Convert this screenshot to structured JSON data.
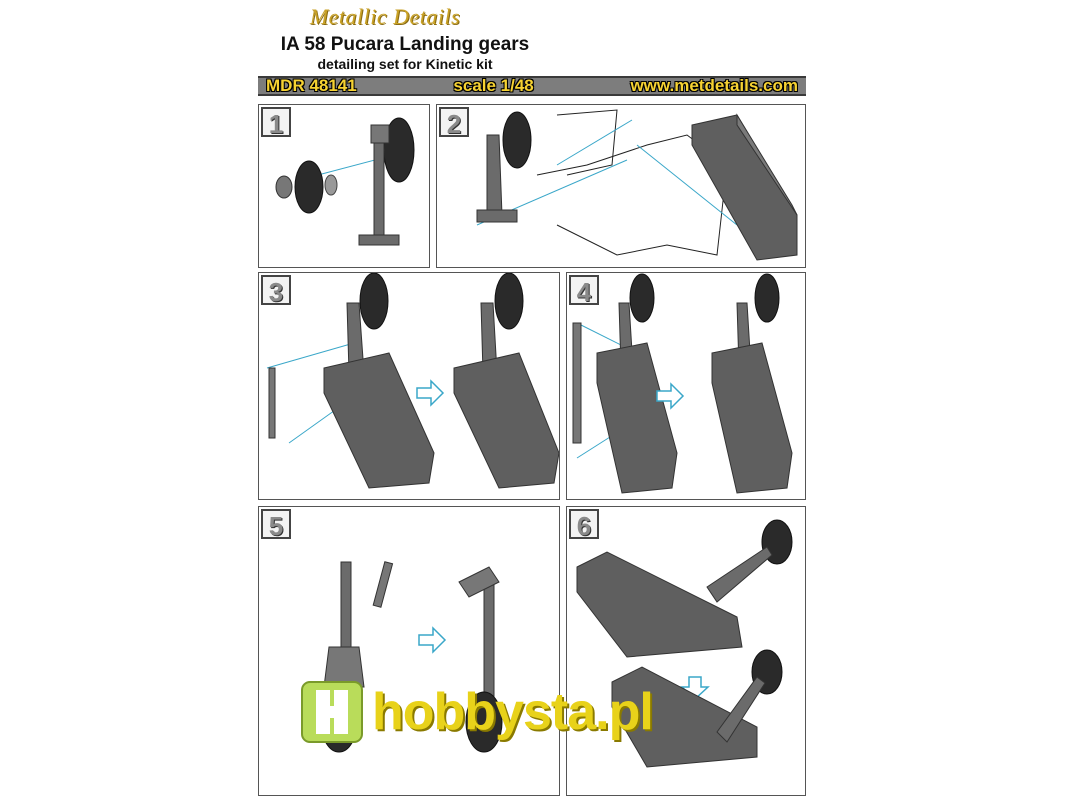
{
  "header": {
    "brand": "Metallic Details",
    "title": "IA 58 Pucara Landing gears",
    "subtitle": "detailing set for Kinetic kit",
    "code": "MDR 48141",
    "scale": "scale 1/48",
    "website": "www.metdetails.com"
  },
  "steps": [
    {
      "number": "1"
    },
    {
      "number": "2"
    },
    {
      "number": "3"
    },
    {
      "number": "4"
    },
    {
      "number": "5"
    },
    {
      "number": "6"
    }
  ],
  "watermark": {
    "text": "hobbysta.pl"
  },
  "colors": {
    "accent": "#f6d232",
    "leader_lines": "#3aa7c9",
    "part_grey": "#6b6b6b",
    "arrow": "#3aa7c9"
  }
}
